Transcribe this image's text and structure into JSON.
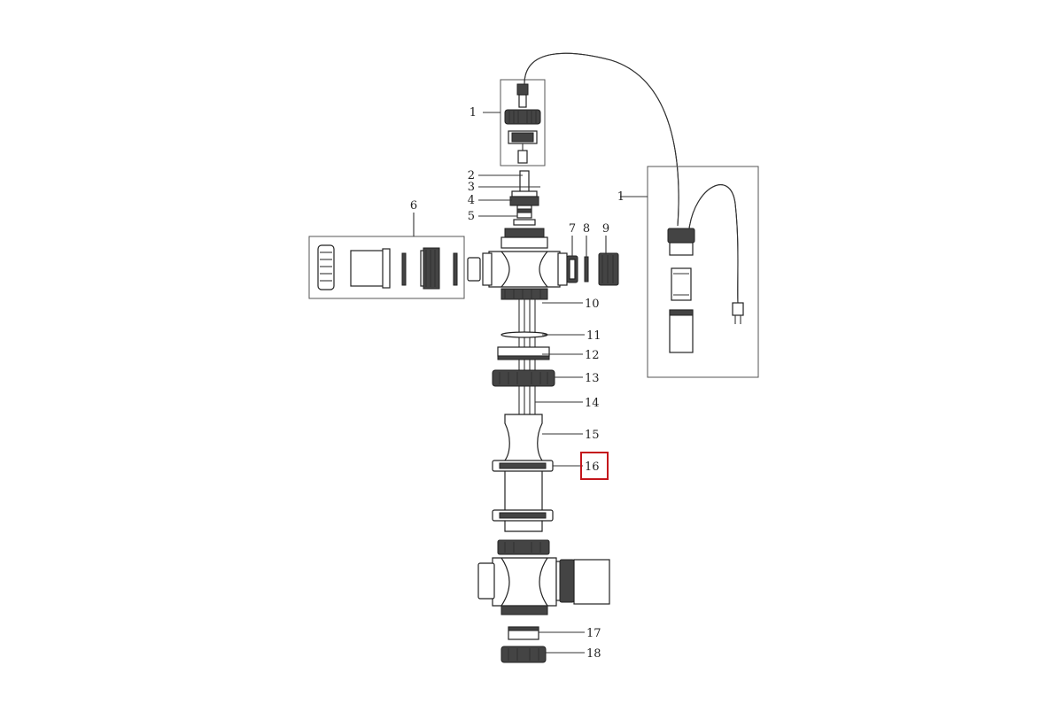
{
  "diagram": {
    "type": "exploded-parts-diagram",
    "highlight_color": "#c4161c",
    "highlighted_part": "16",
    "labels": {
      "p1a": "1",
      "p1b": "1",
      "p2": "2",
      "p3": "3",
      "p4": "4",
      "p5": "5",
      "p6": "6",
      "p7": "7",
      "p8": "8",
      "p9": "9",
      "p10": "10",
      "p11": "11",
      "p12": "12",
      "p13": "13",
      "p14": "14",
      "p15": "15",
      "p16": "16",
      "p17": "17",
      "p18": "18"
    }
  }
}
